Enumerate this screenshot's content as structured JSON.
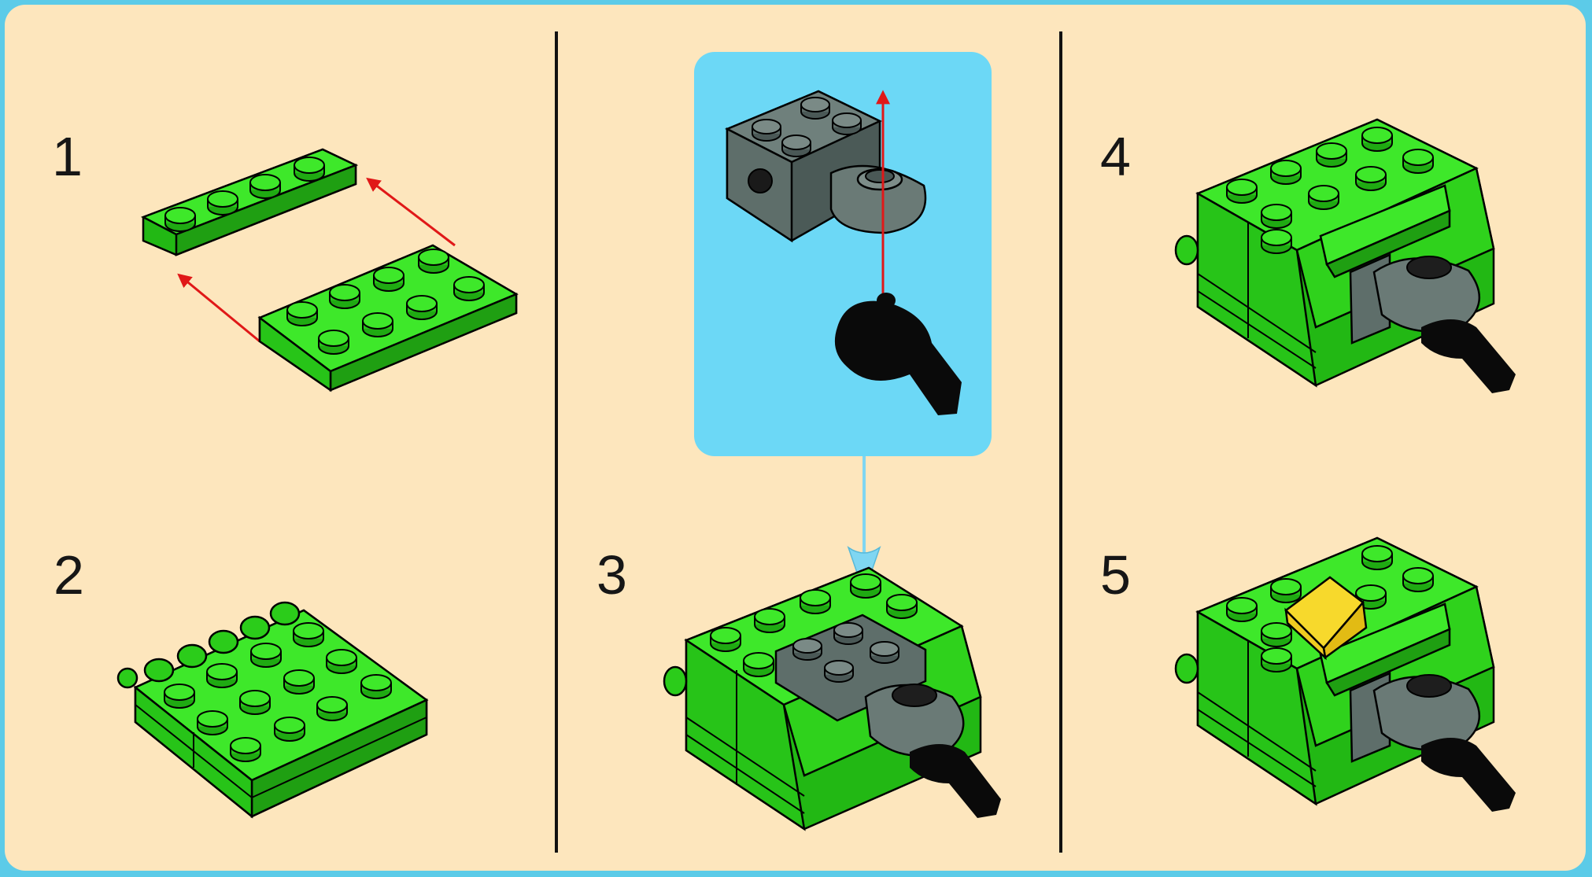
{
  "steps": [
    {
      "number": "1"
    },
    {
      "number": "2"
    },
    {
      "number": "3"
    },
    {
      "number": "4"
    },
    {
      "number": "5"
    }
  ],
  "colors": {
    "background": "#fde6bd",
    "border": "#5ccbe8",
    "brick_green": "#33dd1e",
    "brick_grey": "#5e6e6a",
    "callout": "#6cd8f6",
    "arrow_red": "#e01818",
    "arrow_blue": "#7fd6f2",
    "slope_yellow": "#f7d92c"
  }
}
